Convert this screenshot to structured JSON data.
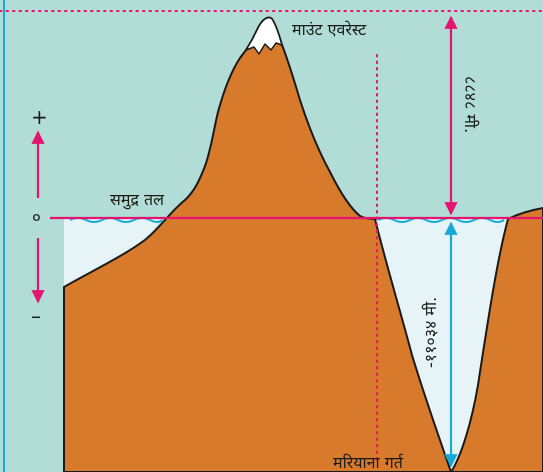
{
  "labels": {
    "summit": "माउंट एवरेस्ट",
    "sea_level": "समुद्र तल",
    "trench": "मरियाना गर्त",
    "height": "८८४८ मी.",
    "depth": "-११०३४ मी.",
    "plus": "+",
    "zero": "०",
    "minus": "–"
  },
  "colors": {
    "sky": "#b2dcd6",
    "land": "#d87a2c",
    "land_outline": "#1a1a1a",
    "water": "#e6f4f8",
    "snow": "#ffffff",
    "sea_level_line": "#e4156f",
    "height_arrow": "#e4156f",
    "depth_arrow": "#19a9d8",
    "guide_dots": "#e4156f",
    "frame": "#19a9d8",
    "scale_arrows": "#e4156f"
  }
}
